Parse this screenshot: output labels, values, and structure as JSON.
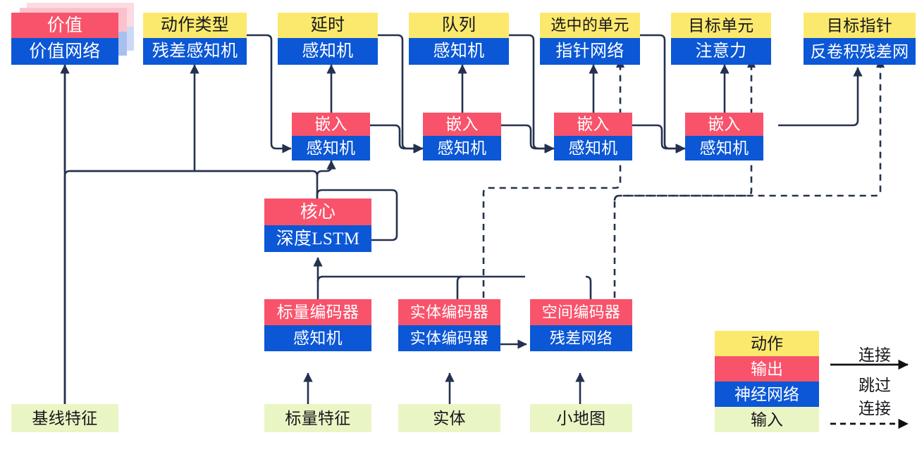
{
  "diagram": {
    "title": "",
    "colors": {
      "action": "#fbe96e",
      "output": "#f8536b",
      "network": "#0b57d6",
      "input": "#eaf5c4",
      "edge": "#24314f"
    },
    "nodes": {
      "value": {
        "top": "价值",
        "bottom": "价值网络"
      },
      "action_type": {
        "top": "动作类型",
        "bottom": "残差感知机"
      },
      "delay": {
        "top": "延时",
        "bottom": "感知机"
      },
      "queue": {
        "top": "队列",
        "bottom": "感知机"
      },
      "selected_units": {
        "top": "选中的单元",
        "bottom": "指针网络"
      },
      "target_unit": {
        "top": "目标单元",
        "bottom": "注意力"
      },
      "target_point": {
        "top": "目标指针",
        "bottom": "反卷积残差网"
      },
      "embed_1": {
        "top": "嵌入",
        "bottom": "感知机"
      },
      "embed_2": {
        "top": "嵌入",
        "bottom": "感知机"
      },
      "embed_3": {
        "top": "嵌入",
        "bottom": "感知机"
      },
      "embed_4": {
        "top": "嵌入",
        "bottom": "感知机"
      },
      "core": {
        "top": "核心",
        "bottom": "深度LSTM"
      },
      "scalar_encoder": {
        "top": "标量编码器",
        "bottom": "感知机"
      },
      "entity_encoder": {
        "top": "实体编码器",
        "bottom": "实体编码器"
      },
      "spatial_encoder": {
        "top": "空间编码器",
        "bottom": "残差网络"
      },
      "baseline_feature": {
        "label": "基线特征"
      },
      "scalar_feature": {
        "label": "标量特征"
      },
      "entities": {
        "label": "实体"
      },
      "minimap": {
        "label": "小地图"
      }
    },
    "legend": {
      "swatches": [
        {
          "label": "动作",
          "kind": "action"
        },
        {
          "label": "输出",
          "kind": "output"
        },
        {
          "label": "神经网络",
          "kind": "network"
        },
        {
          "label": "输入",
          "kind": "input"
        }
      ],
      "edges": [
        {
          "label": "连接",
          "style": "solid"
        },
        {
          "label": "跳过\n连接",
          "style": "dashed"
        }
      ],
      "edge_solid_label": "连接",
      "edge_dashed_label_1": "跳过",
      "edge_dashed_label_2": "连接"
    }
  }
}
